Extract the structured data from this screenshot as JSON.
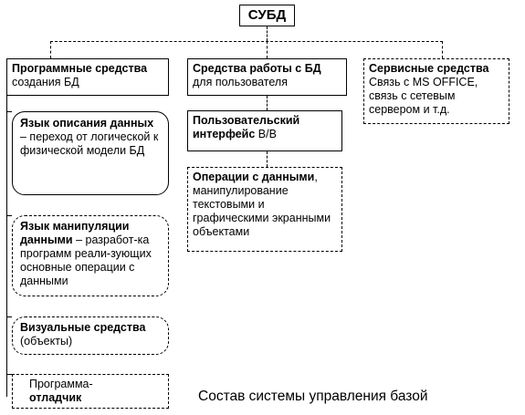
{
  "root": {
    "label": "СУБД"
  },
  "prog": {
    "bold": "Программные средства",
    "rest": " создания БД"
  },
  "user_tools": {
    "bold": "Средства работы с БД",
    "rest": "для пользователя"
  },
  "service": {
    "bold": "Сервисные средства",
    "rest": "Связь с MS OFFICE, связь с сетевым сервером и т.д."
  },
  "ddl": {
    "bold": "Язык описания данных",
    "rest": " – переход от логической к физической модели БД"
  },
  "dml": {
    "bold": "Язык  манипуляции данными",
    "rest": " – разработ-ка программ  реали-зующих основные операции с данными"
  },
  "visual": {
    "bold": "Визуальные средства",
    "rest": " (объекты)"
  },
  "debugger": {
    "line1": "Программа-",
    "line2": "отладчик"
  },
  "ui": {
    "bold": "Пользовательский интерфейс",
    "rest": " В/В"
  },
  "ops": {
    "bold": "Операции с данными",
    "rest": ", манипулирование текстовыми и графическими экранными объектами"
  },
  "caption": "Состав системы управления базой"
}
